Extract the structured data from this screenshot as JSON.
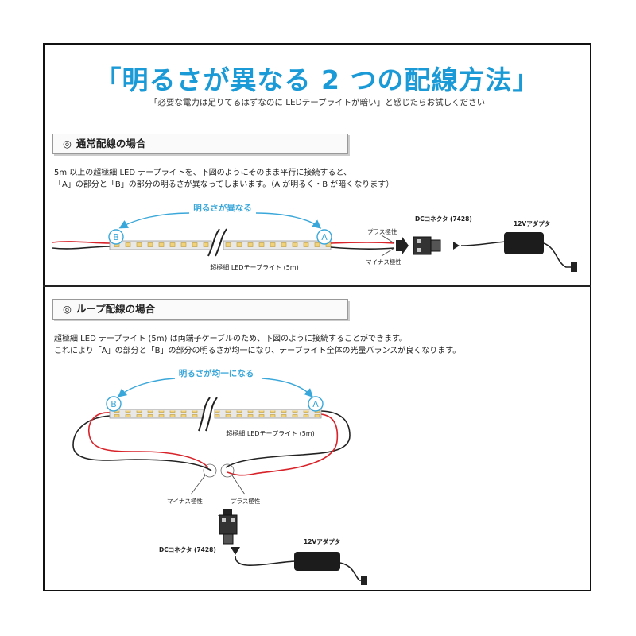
{
  "title": "「明るさが異なる 2 つの配線方法」",
  "subtitle": "「必要な電力は足りてるはずなのに LEDテープライトが暗い」と感じたらお試しください",
  "section1": {
    "heading": "通常配線の場合",
    "circle": "◎",
    "para_line1": "5m 以上の超極細 LED テープライトを、下図のようにそのまま平行に接続すると、",
    "para_line2": "「A」の部分と「B」の部分の明るさが異なってしまいます。（A が明るく・B が暗くなります）",
    "arc_label": "明るさが異なる",
    "marker_b": "B",
    "marker_a": "A",
    "strip_label": "超極細 LEDテープライト (5m)",
    "plus_label": "プラス極性",
    "minus_label": "マイナス極性",
    "connector_label": "DCコネクタ (7428)",
    "adapter_label": "12Vアダプタ"
  },
  "section2": {
    "heading": "ループ配線の場合",
    "circle": "◎",
    "para_line1": "超極細 LED テープライト (5m) は両端子ケーブルのため、下図のように接続することができます。",
    "para_line2": "これにより「A」の部分と「B」の部分の明るさが均一になり、テープライト全体の光量バランスが良くなります。",
    "arc_label": "明るさが均一になる",
    "marker_b": "B",
    "marker_a": "A",
    "strip_label": "超極細 LEDテープライト (5m)",
    "minus_label": "マイナス極性",
    "plus_label": "プラス極性",
    "connector_label": "DCコネクタ (7428)",
    "adapter_label": "12Vアダプタ"
  },
  "colors": {
    "title": "#1a9ad6",
    "arrow": "#3aa7da",
    "wire_red": "#d8232a",
    "wire_black": "#222222",
    "strip": "#e8e8e8",
    "led": "#f2d27a"
  }
}
